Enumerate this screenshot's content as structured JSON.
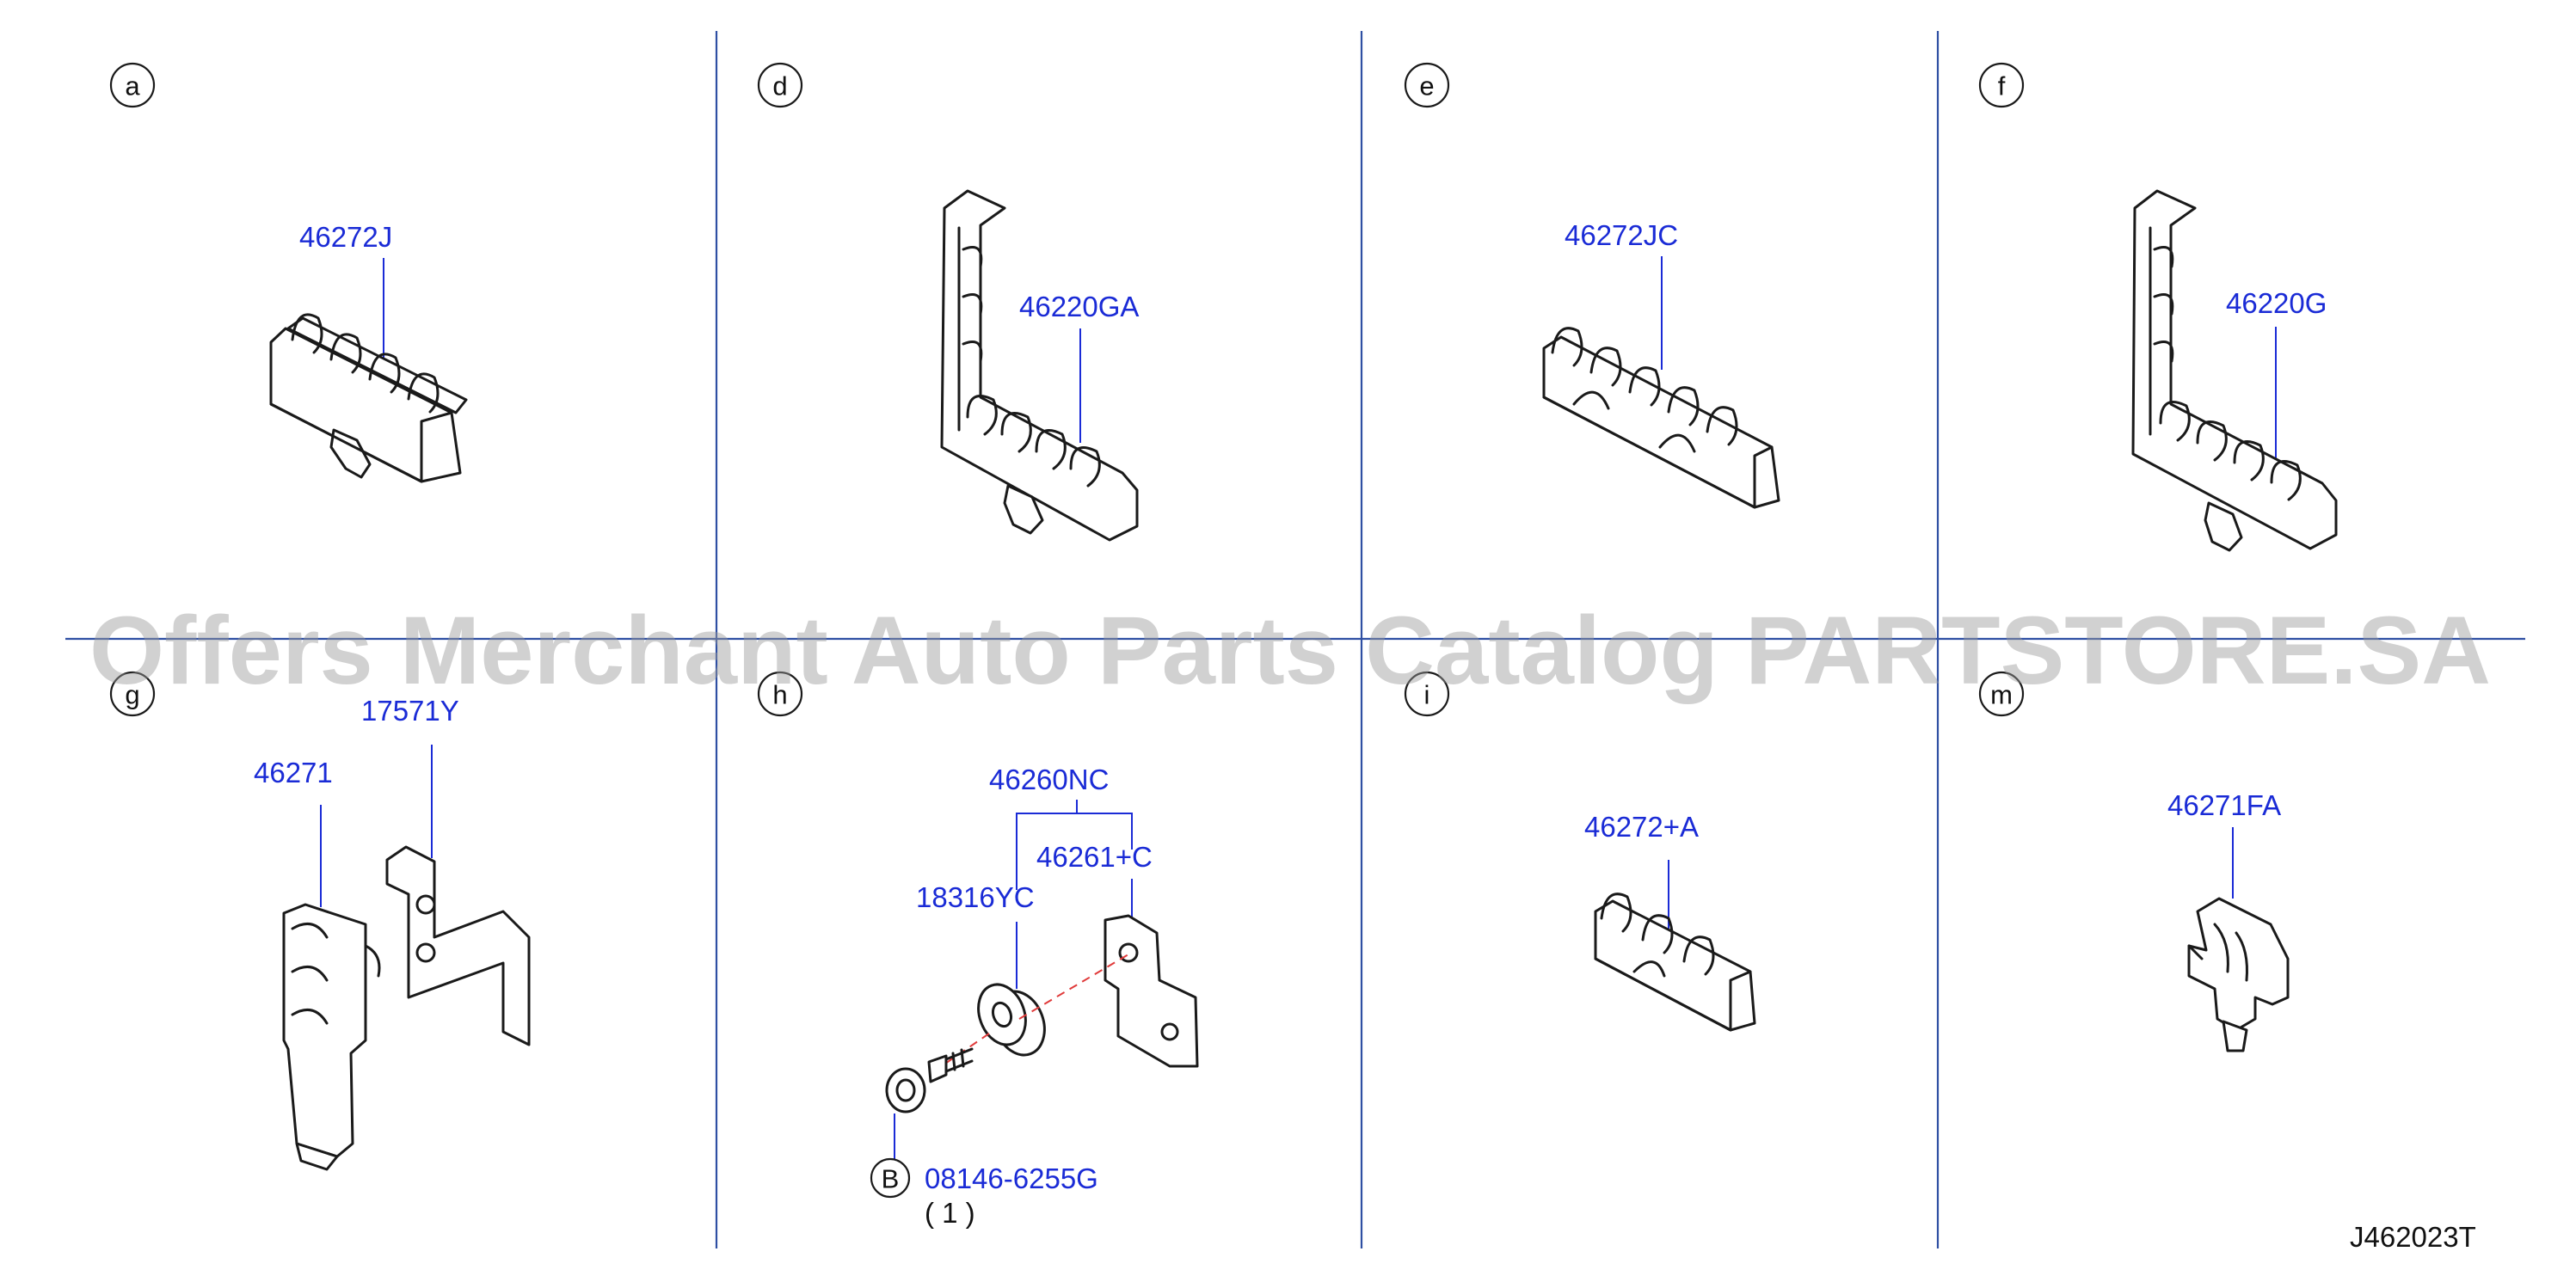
{
  "sections": [
    {
      "id": "a",
      "letter": "a",
      "parts": [
        "46272J"
      ]
    },
    {
      "id": "d",
      "letter": "d",
      "parts": [
        "46220GA"
      ]
    },
    {
      "id": "e",
      "letter": "e",
      "parts": [
        "46272JC"
      ]
    },
    {
      "id": "f",
      "letter": "f",
      "parts": [
        "46220G"
      ]
    },
    {
      "id": "g",
      "letter": "g",
      "parts": [
        "17571Y",
        "46271"
      ]
    },
    {
      "id": "h",
      "letter": "h",
      "parts": [
        "46260NC",
        "46261+C",
        "18316YC",
        "08146-6255G"
      ],
      "bolt_mark": "B",
      "quantity": "( 1 )"
    },
    {
      "id": "i",
      "letter": "i",
      "parts": [
        "46272+A"
      ]
    },
    {
      "id": "m",
      "letter": "m",
      "parts": [
        "46271FA"
      ]
    }
  ],
  "diagram_code": "J462023T",
  "watermark": "Offers Merchant Auto Parts Catalog PARTSTORE.SA",
  "colors": {
    "part_number": "#1a2bd6",
    "divider": "#2e4fa3",
    "watermark": "#9a9a9a",
    "line": "#1a1a1a"
  }
}
